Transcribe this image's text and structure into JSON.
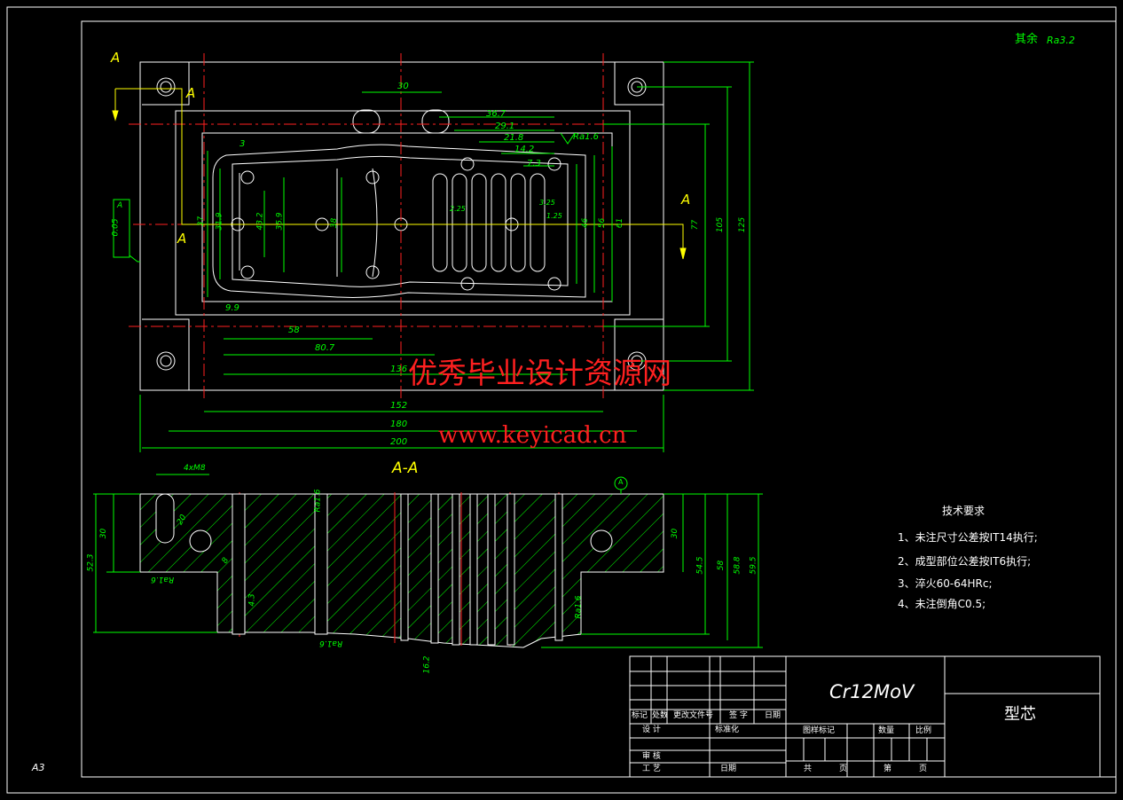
{
  "sheet_size": "A3",
  "surface_finish_other": "其余",
  "surface_finish_other_ra": "Ra3.2",
  "section_label_a": "A",
  "section_title": "A-A",
  "datum_label": "A",
  "title_block": {
    "material": "Cr12MoV",
    "part_name": "型芯",
    "headers": [
      "标记",
      "处数",
      "更改文件号",
      "签 字",
      "日期"
    ],
    "row_design": "设 计",
    "row_standard": "标准化",
    "row_review": "审 核",
    "row_process": "工 艺",
    "row_date": "日期",
    "stage_mark": "图样标记",
    "quantity": "数量",
    "scale": "比例",
    "total": "共",
    "sheet_word": "页",
    "page": "第",
    "page_word": "页"
  },
  "tech_requirements": {
    "title": "技术要求",
    "items": [
      "1、未注尺寸公差按IT14执行;",
      "2、成型部位公差按IT6执行;",
      "3、淬火60-64HRc;",
      "4、未注倒角C0.5;"
    ]
  },
  "dimensions": {
    "top_view": {
      "d30": "30",
      "d36_7": "36.7",
      "d29_1": "29.1",
      "d21_8": "21.8",
      "d14_2": "14.2",
      "d7_3": "7.3",
      "ra16": "Ra1.6",
      "d3": "3",
      "d9_9": "9.9",
      "d58": "58",
      "d80_7": "80.7",
      "d136": "136",
      "d152": "152",
      "d180": "180",
      "d200": "200",
      "d37": "37",
      "d31_9": "31.9",
      "d43_2": "43.2",
      "d35_9": "35.9",
      "d38": "38",
      "d46": "46",
      "d56": "56",
      "d61": "61",
      "d77": "77",
      "d105": "105",
      "d125": "125",
      "d2_25": "2.25",
      "d1_25": "1.25",
      "d3_25": "3.25",
      "tolerance": "0.05",
      "tol_datum": "A"
    },
    "section_view": {
      "thread": "4xM8",
      "d30": "30",
      "d52_3": "52.3",
      "d20": "20",
      "d8": "8",
      "ra16": "Ra1.6",
      "d4_3": "4.3",
      "d16_2": "16.2",
      "d30r": "30",
      "d54_5": "54.5",
      "d58": "58",
      "d58_8": "58.8",
      "d59_5": "59.5"
    }
  },
  "watermark": {
    "line1": "优秀毕业设计资源网",
    "line2": "www.keyicad.cn"
  },
  "colors": {
    "background": "#000000",
    "outline": "#ffffff",
    "dimension": "#00ff00",
    "centerline": "#ff0000",
    "section": "#ffff00",
    "watermark": "#ff0000"
  }
}
